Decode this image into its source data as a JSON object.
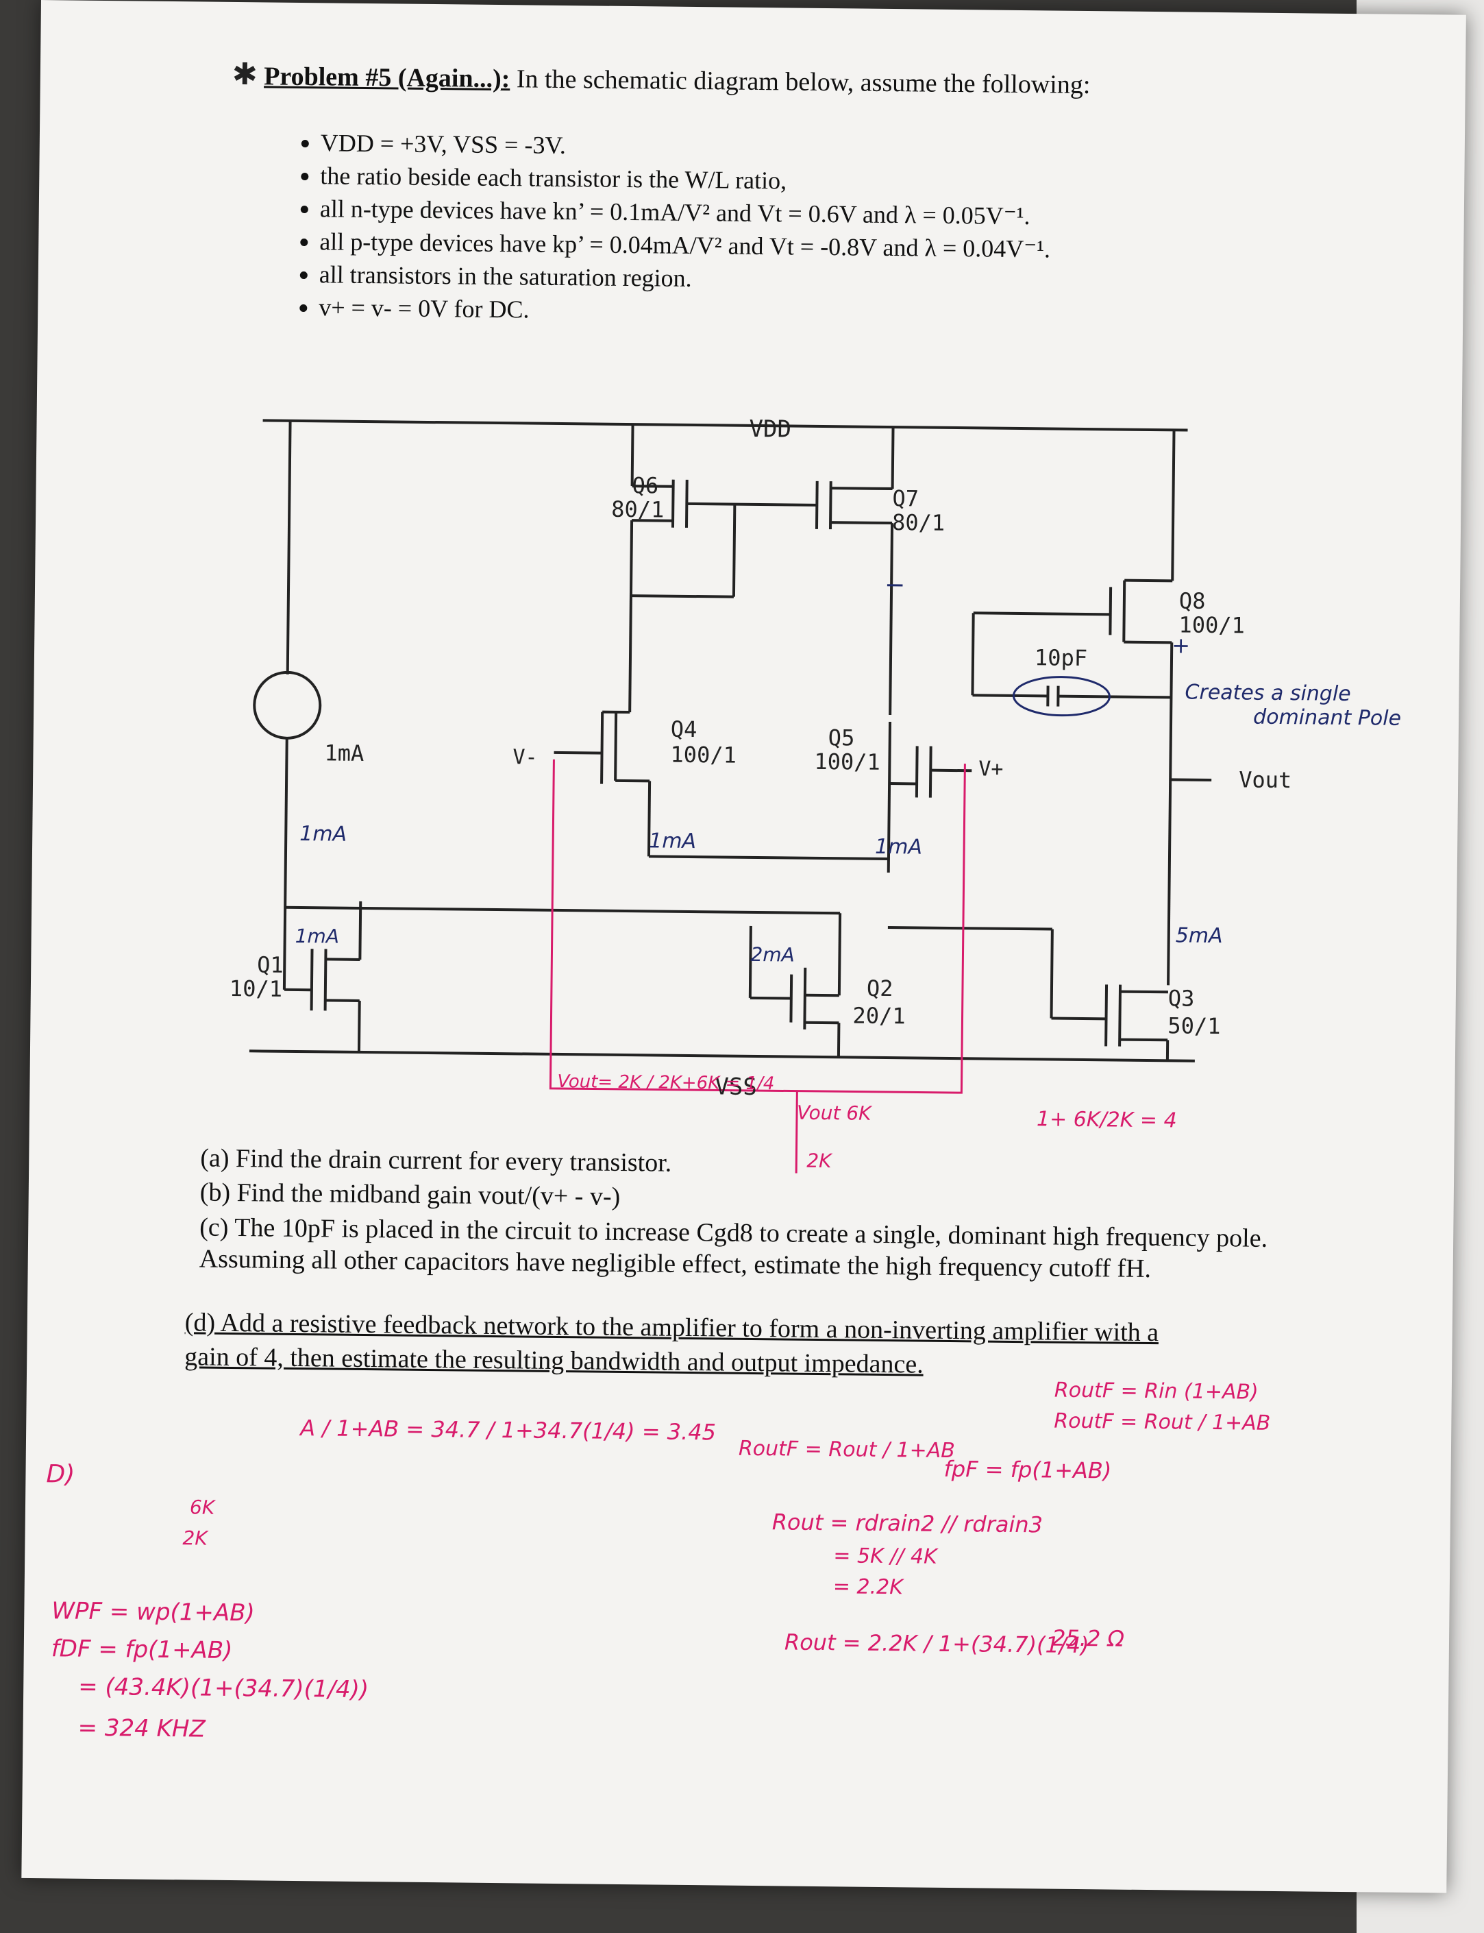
{
  "problem": {
    "star": "✱",
    "title": "Problem #5 (Again...):",
    "intro": "In the schematic diagram below, assume the following:",
    "bullets": [
      "VDD = +3V, VSS = -3V.",
      "the ratio beside each transistor is the W/L ratio,",
      "all n-type devices have kn’ = 0.1mA/V² and Vt = 0.6V and λ = 0.05V⁻¹.",
      "all p-type devices have kp’ = 0.04mA/V² and Vt = -0.8V and λ = 0.04V⁻¹.",
      "all transistors in the saturation region.",
      "v+ = v- = 0V for DC."
    ]
  },
  "schematic": {
    "vdd": "VDD",
    "vss": "VSS",
    "q1": {
      "name": "Q1",
      "ratio": "10/1"
    },
    "q2": {
      "name": "Q2",
      "ratio": "20/1"
    },
    "q3": {
      "name": "Q3",
      "ratio": "50/1"
    },
    "q4": {
      "name": "Q4",
      "ratio": "100/1"
    },
    "q5": {
      "name": "Q5",
      "ratio": "100/1"
    },
    "q6": {
      "name": "Q6",
      "ratio": "80/1"
    },
    "q7": {
      "name": "Q7",
      "ratio": "80/1"
    },
    "q8": {
      "name": "Q8",
      "ratio": "100/1"
    },
    "source": "1mA",
    "cap": "10pF",
    "vminus": "V-",
    "vplus": "V+",
    "vout": "Vout"
  },
  "annotations": {
    "i_source": "1mA",
    "i_q1": "1mA",
    "i_q4": "1mA",
    "i_q5": "1mA",
    "i_q2": "2mA",
    "i_q3": "5mA",
    "minus_sign": "−",
    "plus_sign": "+",
    "creates": "Creates a single",
    "dominant": "dominant Pole",
    "vout_ratio": "Vout= 2K / 2K+6K = 1/4",
    "vout_6k": "Vout  6K",
    "r_2k": "2K",
    "gain4": "1+ 6K/2K = 4"
  },
  "questions": {
    "a": "(a) Find the drain current for every transistor.",
    "b": "(b) Find the midband gain vout/(v+ - v-)",
    "c": "(c) The 10pF is placed in the circuit to increase Cgd8 to create a single, dominant high frequency pole. Assuming all other capacitors have negligible effect, estimate the high frequency cutoff fH.",
    "d1": "(d) Add a resistive feedback network to the amplifier to form a non-inverting amplifier with a",
    "d2": "gain of 4,  then estimate the resulting bandwidth and output impedance."
  },
  "work": {
    "d_label": "D)",
    "gain_formula": "A / 1+AB  =  34.7 / 1+34.7(1/4)  = 3.45",
    "r6k": "6K",
    "r2k": "2K",
    "wpf": "WPF = wp(1+AB)",
    "fdf": "fDF = fp(1+AB)",
    "fdf_val": "= (43.4K)(1+(34.7)(1/4))",
    "fdf_res": "= 324 KHZ",
    "routf1": "RoutF = Rout / 1+AB",
    "fpf": "fpF = fp(1+AB)",
    "rout": "Rout = rdrain2 // rdrain3",
    "rout_val": "= 5K // 4K",
    "rout_res": "= 2.2K",
    "routf_calc": "Rout = 2.2K / 1+(34.7)(1/4)",
    "routf_res": "25.2 Ω",
    "rin": "RoutF = Rin (1+AB)",
    "routf2": "RoutF = Rout / 1+AB"
  }
}
